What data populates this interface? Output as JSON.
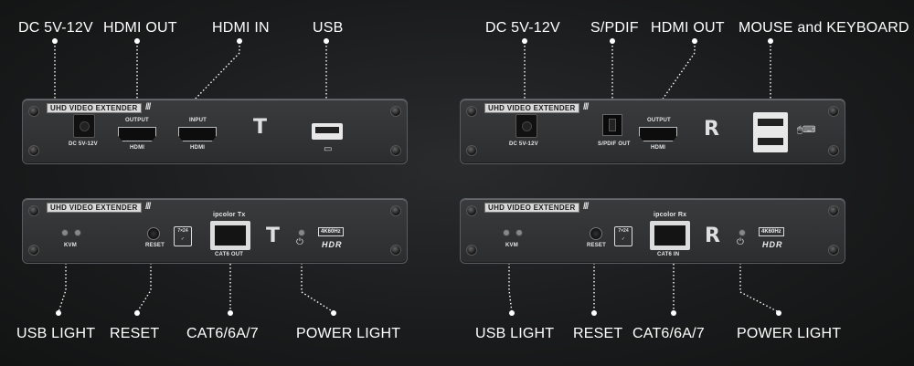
{
  "left": {
    "top_callouts": {
      "dc": "DC 5V-12V",
      "hdmi_out": "HDMI OUT",
      "hdmi_in": "HDMI IN",
      "usb": "USB"
    },
    "front_panel": {
      "brand": "UHD VIDEO EXTENDER",
      "dc_label": "DC 5V-12V",
      "output_label": "OUTPUT",
      "hdmi1_label": "HDMI",
      "input_label": "INPUT",
      "hdmi2_label": "HDMI",
      "letter": "T"
    },
    "back_panel": {
      "brand": "UHD VIDEO EXTENDER",
      "kvm_label": "KVM",
      "reset_label": "RESET",
      "badge": "7×24",
      "model": "ipcolor Tx",
      "port_label": "CAT6 OUT",
      "letter": "T",
      "fourk": "4K60Hz",
      "hdr": "HDR"
    },
    "bottom_callouts": {
      "usb_light": "USB LIGHT",
      "reset": "RESET",
      "cat": "CAT6/6A/7",
      "power_light": "POWER LIGHT"
    }
  },
  "right": {
    "top_callouts": {
      "dc": "DC 5V-12V",
      "spdif": "S/PDIF",
      "hdmi_out": "HDMI OUT",
      "mouse_kb": "MOUSE and KEYBOARD"
    },
    "front_panel": {
      "brand": "UHD VIDEO EXTENDER",
      "dc_label": "DC 5V-12V",
      "spdif_label": "S/PDIF OUT",
      "output_label": "OUTPUT",
      "hdmi_label": "HDMI",
      "letter": "R"
    },
    "back_panel": {
      "brand": "UHD VIDEO EXTENDER",
      "kvm_label": "KVM",
      "reset_label": "RESET",
      "badge": "7×24",
      "model": "ipcolor Rx",
      "port_label": "CAT6 IN",
      "letter": "R",
      "fourk": "4K60Hz",
      "hdr": "HDR"
    },
    "bottom_callouts": {
      "usb_light": "USB LIGHT",
      "reset": "RESET",
      "cat": "CAT6/6A/7",
      "power_light": "POWER LIGHT"
    }
  },
  "icons": {
    "usb_port_icon": "monitor-keyboard-icon",
    "mouse_keyboard_icon": "mouse-keyboard-icon",
    "power_icon": "power-icon",
    "dot_leader": "dotted-leader-line"
  },
  "colors": {
    "background": "#1a1b1c",
    "panel": "#333436",
    "text": "#ffffff"
  }
}
